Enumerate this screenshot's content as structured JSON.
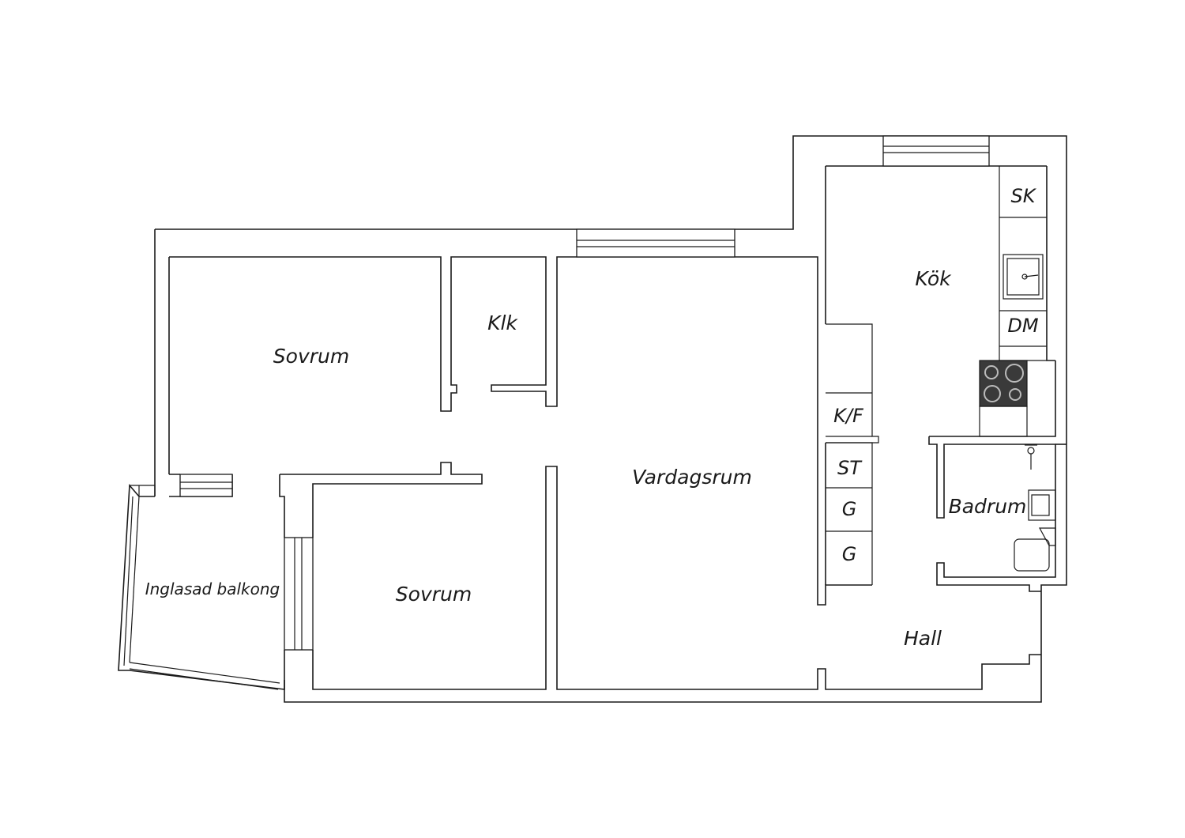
{
  "floorplan": {
    "rooms": {
      "bedroom_1": "Sovrum",
      "closet": "Klk",
      "living_room": "Vardagsrum",
      "kitchen": "Kök",
      "bedroom_2": "Sovrum",
      "balcony": "Inglasad balkong",
      "bathroom": "Badrum",
      "hall": "Hall"
    },
    "fixtures": {
      "wardrobe_kitchen": "SK",
      "dishwasher": "DM",
      "fridge_freezer": "K/F",
      "cabinet_st": "ST",
      "cabinet_g1": "G",
      "cabinet_g2": "G"
    },
    "colors": {
      "line": "#1a1a1a",
      "background": "#ffffff",
      "stove": "#3a3a3a"
    }
  }
}
